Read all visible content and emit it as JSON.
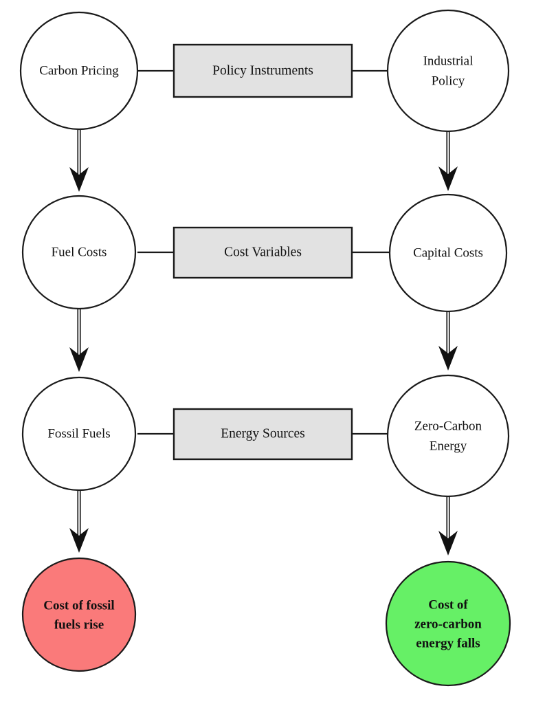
{
  "diagram": {
    "title": "Policy instruments and energy cost causal diagram",
    "background_color": "#ffffff",
    "stroke_color": "#1a1a1a",
    "box_fill_color": "#e2e2e2",
    "circle_fill_color": "#ffffff",
    "rise_fill_color": "#fa7a7a",
    "fall_fill_color": "#66f066",
    "nodes": {
      "carbon_pricing": {
        "label": "Carbon Pricing",
        "shape": "circle",
        "fill": "#ffffff"
      },
      "industrial_policy_line1": {
        "label": "Industrial"
      },
      "industrial_policy_line2": {
        "label": "Policy"
      },
      "policy_instruments": {
        "label": "Policy Instruments",
        "shape": "rectangle",
        "fill": "#e2e2e2"
      },
      "fuel_costs": {
        "label": "Fuel Costs",
        "shape": "circle",
        "fill": "#ffffff"
      },
      "cost_variables": {
        "label": "Cost Variables",
        "shape": "rectangle",
        "fill": "#e2e2e2"
      },
      "capital_costs": {
        "label": "Capital Costs",
        "shape": "circle",
        "fill": "#ffffff"
      },
      "fossil_fuels": {
        "label": "Fossil Fuels",
        "shape": "circle",
        "fill": "#ffffff"
      },
      "energy_sources": {
        "label": "Energy Sources",
        "shape": "rectangle",
        "fill": "#e2e2e2"
      },
      "zero_carbon_energy_line1": {
        "label": "Zero-Carbon"
      },
      "zero_carbon_energy_line2": {
        "label": "Energy"
      },
      "cost_fossil_rise_line1": {
        "label": "Cost of fossil"
      },
      "cost_fossil_rise_line2": {
        "label": "fuels rise"
      },
      "cost_zero_carbon_falls_line1": {
        "label": "Cost of"
      },
      "cost_zero_carbon_falls_line2": {
        "label": "zero-carbon"
      },
      "cost_zero_carbon_falls_line3": {
        "label": "energy falls"
      }
    },
    "edges": [
      {
        "from": "carbon_pricing",
        "to": "policy_instruments",
        "style": "plain-line"
      },
      {
        "from": "policy_instruments",
        "to": "industrial_policy",
        "style": "plain-line"
      },
      {
        "from": "carbon_pricing",
        "to": "fuel_costs",
        "style": "double-arrow"
      },
      {
        "from": "industrial_policy",
        "to": "capital_costs",
        "style": "double-arrow"
      },
      {
        "from": "fuel_costs",
        "to": "cost_variables",
        "style": "plain-line"
      },
      {
        "from": "cost_variables",
        "to": "capital_costs",
        "style": "plain-line"
      },
      {
        "from": "fuel_costs",
        "to": "fossil_fuels",
        "style": "double-arrow"
      },
      {
        "from": "capital_costs",
        "to": "zero_carbon_energy",
        "style": "double-arrow"
      },
      {
        "from": "fossil_fuels",
        "to": "energy_sources",
        "style": "plain-line"
      },
      {
        "from": "energy_sources",
        "to": "zero_carbon_energy",
        "style": "plain-line"
      },
      {
        "from": "fossil_fuels",
        "to": "cost_fossil_rise",
        "style": "double-arrow"
      },
      {
        "from": "zero_carbon_energy",
        "to": "cost_zero_carbon_falls",
        "style": "double-arrow"
      }
    ]
  }
}
